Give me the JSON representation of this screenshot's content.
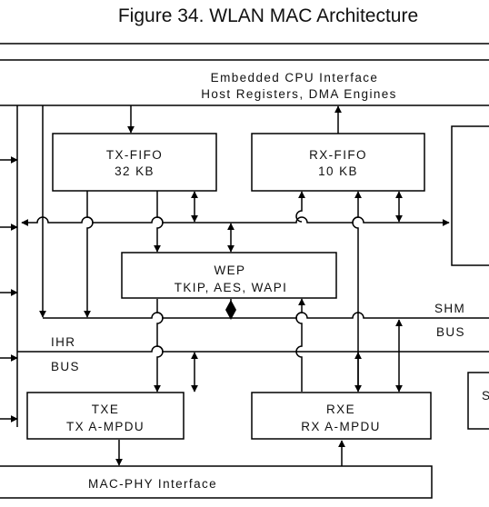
{
  "figure_title": "Figure 34. WLAN MAC Architecture",
  "top_interface": {
    "line1": "Embedded CPU Interface",
    "line2": "Host Registers, DMA Engines"
  },
  "blocks": {
    "tx_fifo": {
      "line1": "TX-FIFO",
      "line2": "32 KB"
    },
    "rx_fifo": {
      "line1": "RX-FIFO",
      "line2": "10 KB"
    },
    "wep": {
      "line1": "WEP",
      "line2": "TKIP, AES, WAPI"
    },
    "txe": {
      "line1": "TXE",
      "line2": "TX A-MPDU"
    },
    "rxe": {
      "line1": "RXE",
      "line2": "RX A-MPDU"
    },
    "right_partial_label": "S"
  },
  "buses": {
    "ihr": "IHR",
    "ihr_bus": "BUS",
    "shm": "SHM",
    "shm_bus": "BUS"
  },
  "mac_phy_interface": "MAC-PHY Interface"
}
